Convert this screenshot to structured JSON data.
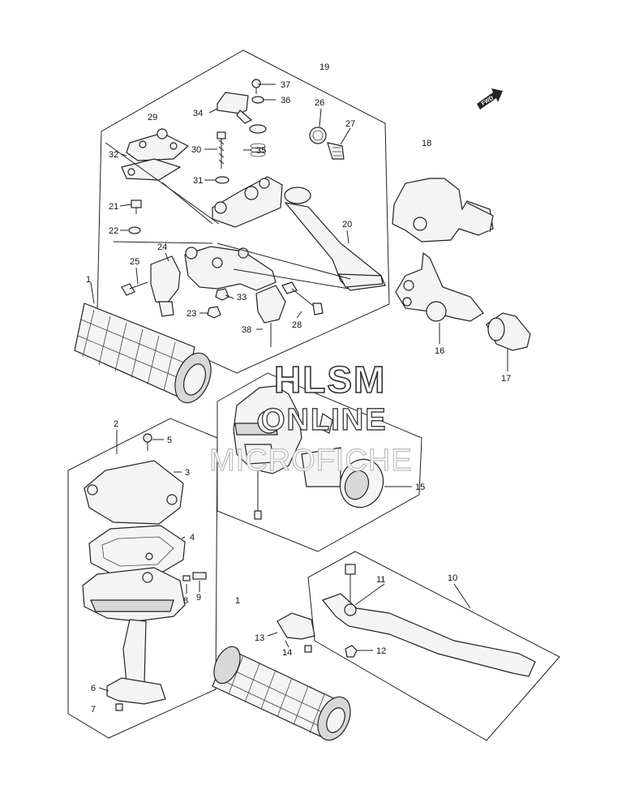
{
  "diagram": {
    "labels": {
      "p1a": "1",
      "p1b": "1",
      "p2": "2",
      "p3": "3",
      "p4": "4",
      "p5": "5",
      "p6": "6",
      "p7": "7",
      "p8": "8",
      "p9": "9",
      "p10": "10",
      "p11": "11",
      "p12": "12",
      "p13": "13",
      "p14": "14",
      "p15": "15",
      "p16": "16",
      "p17": "17",
      "p18": "18",
      "p19": "19",
      "p20": "20",
      "p21": "21",
      "p22": "22",
      "p23": "23",
      "p24": "24",
      "p25": "25",
      "p26": "26",
      "p27": "27",
      "p28": "28",
      "p29": "29",
      "p30": "30",
      "p31": "31",
      "p32": "32",
      "p33": "33",
      "p34": "34",
      "p35": "35",
      "p36": "36",
      "p37": "37",
      "p38": "38"
    },
    "fwd_label": "FWD"
  },
  "watermark": {
    "line1": "HLSM",
    "line2": "ONLINE",
    "line3": "MICROFICHE"
  }
}
